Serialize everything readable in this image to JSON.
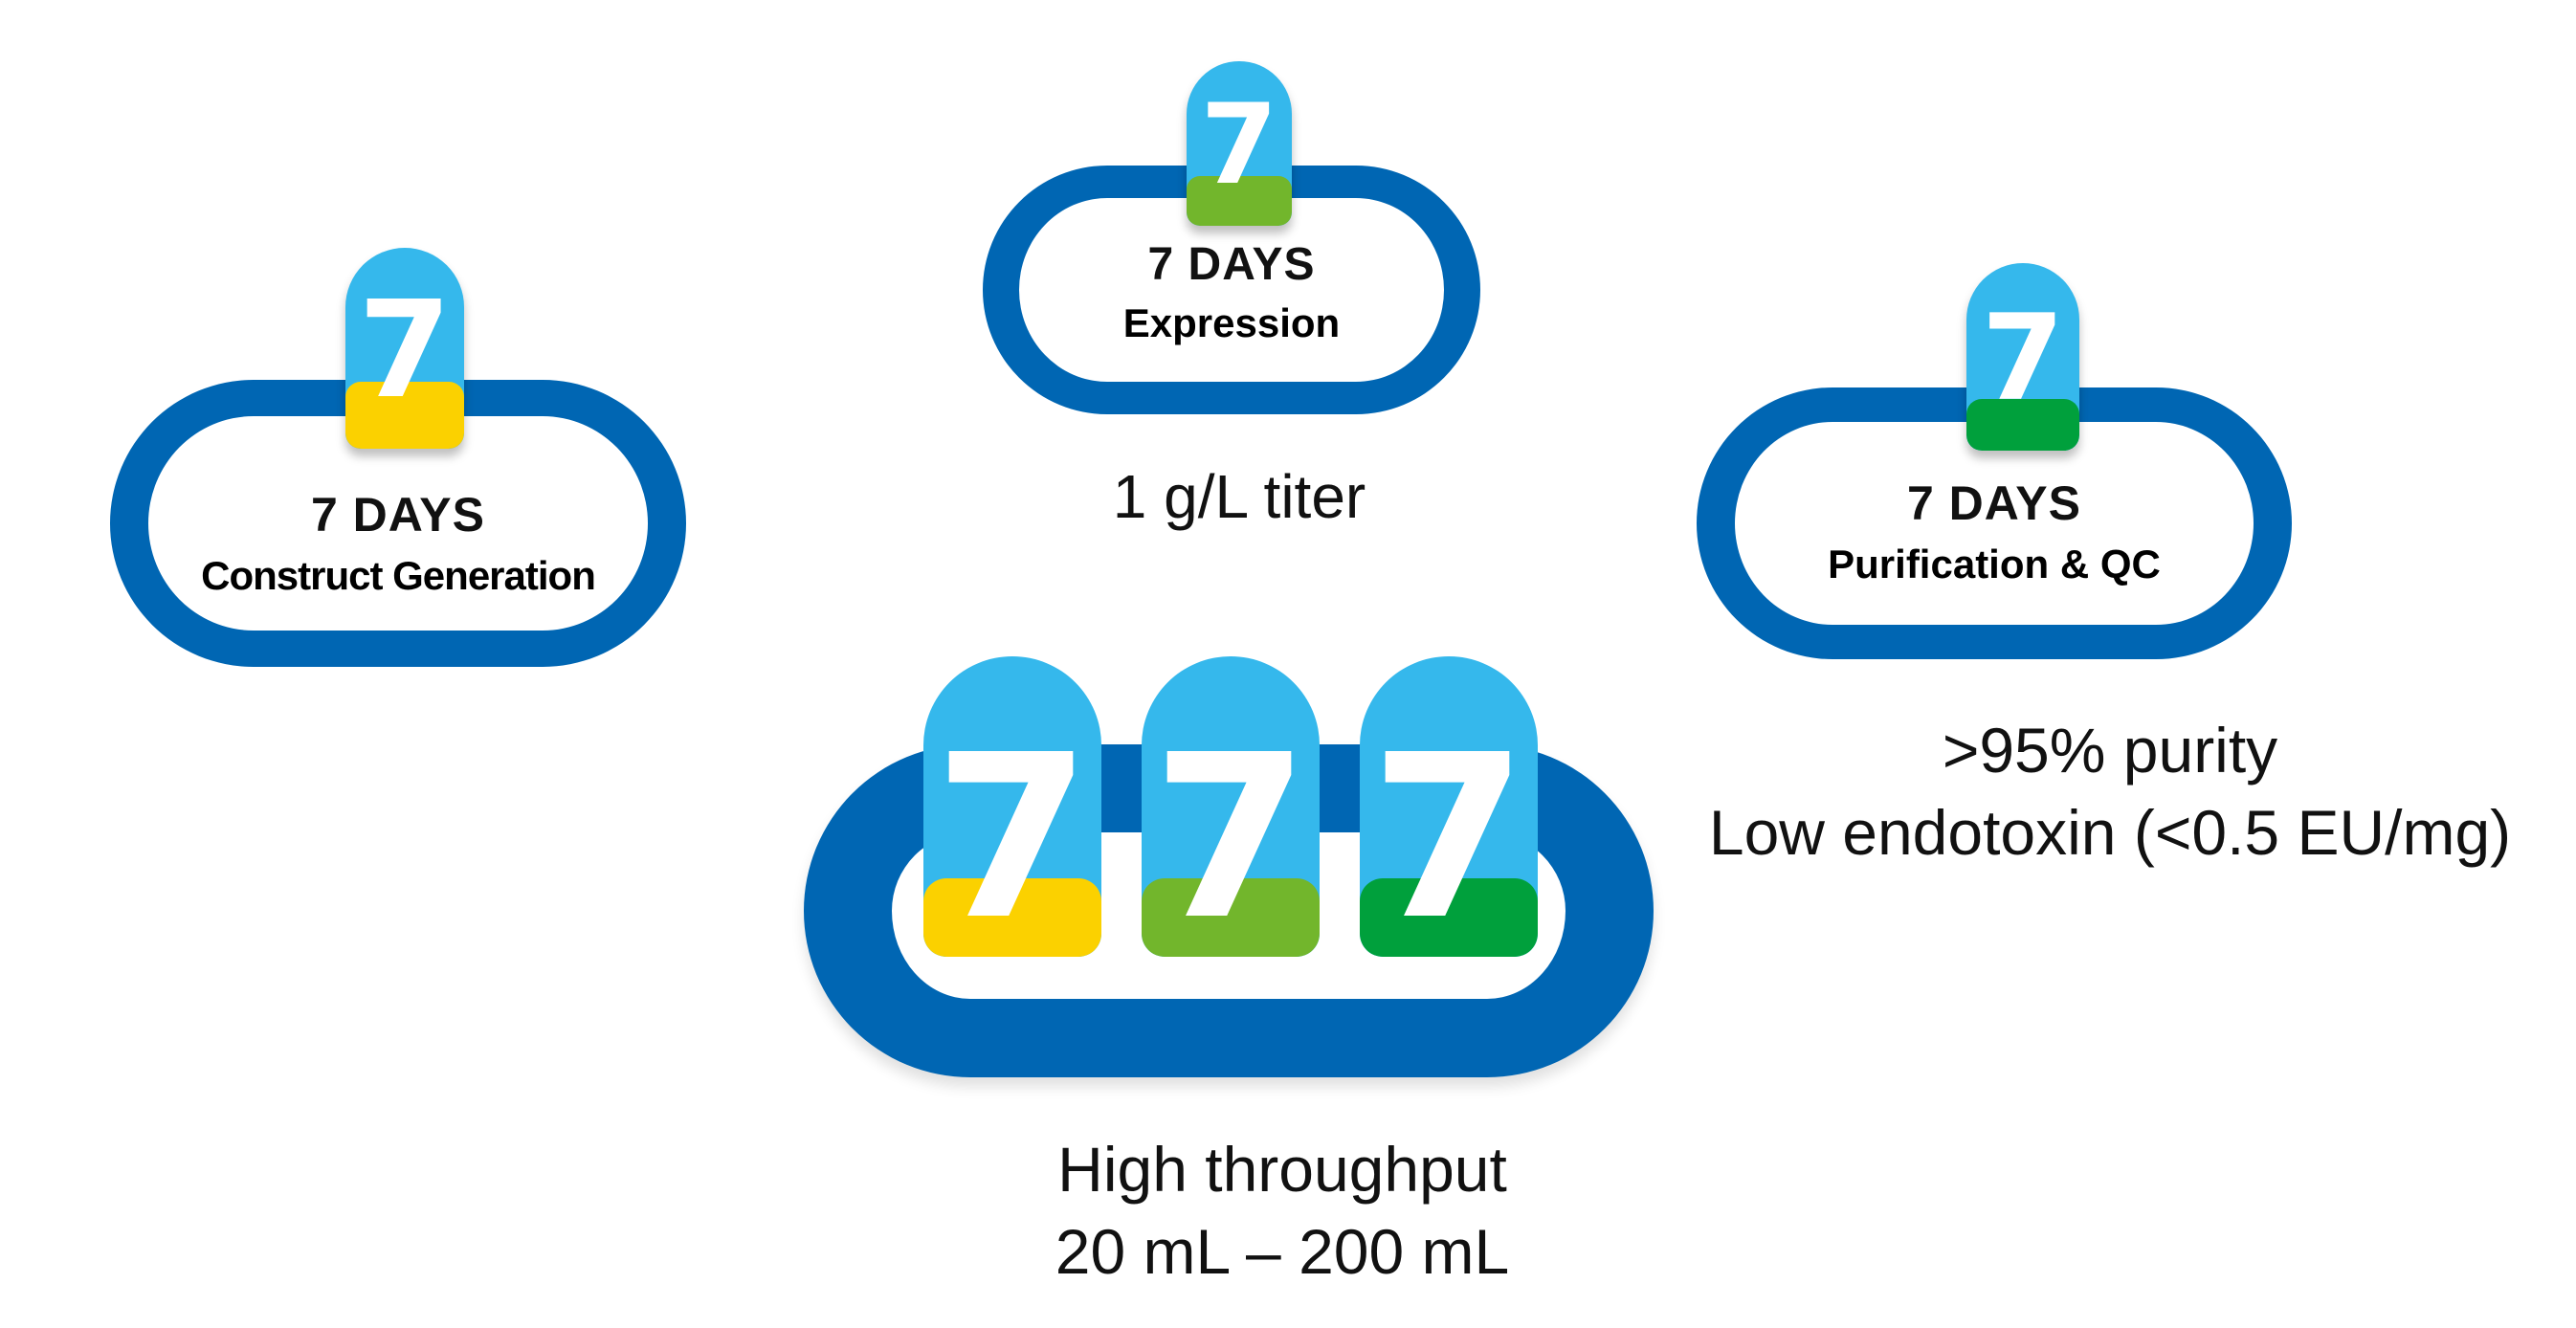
{
  "colors": {
    "ring": "#0066b3",
    "badge_top": "#35b8ec",
    "yellow": "#fbd100",
    "lime": "#72b62c",
    "green": "#00a03c"
  },
  "stages": [
    {
      "badge_number": "7",
      "days": "7 DAYS",
      "label": "Construct Generation",
      "band_color": "#fbd100"
    },
    {
      "badge_number": "7",
      "days": "7 DAYS",
      "label": "Expression",
      "band_color": "#72b62c"
    },
    {
      "badge_number": "7",
      "days": "7 DAYS",
      "label": "Purification & QC",
      "band_color": "#00a03c"
    }
  ],
  "combined": {
    "badges": [
      "7",
      "7",
      "7"
    ]
  },
  "captions": {
    "expression": "1 g/L titer",
    "purification_line1": ">95% purity",
    "purification_line2": "Low endotoxin (<0.5 EU/mg)",
    "throughput_line1": "High throughput",
    "throughput_line2": "20 mL – 200 mL"
  }
}
